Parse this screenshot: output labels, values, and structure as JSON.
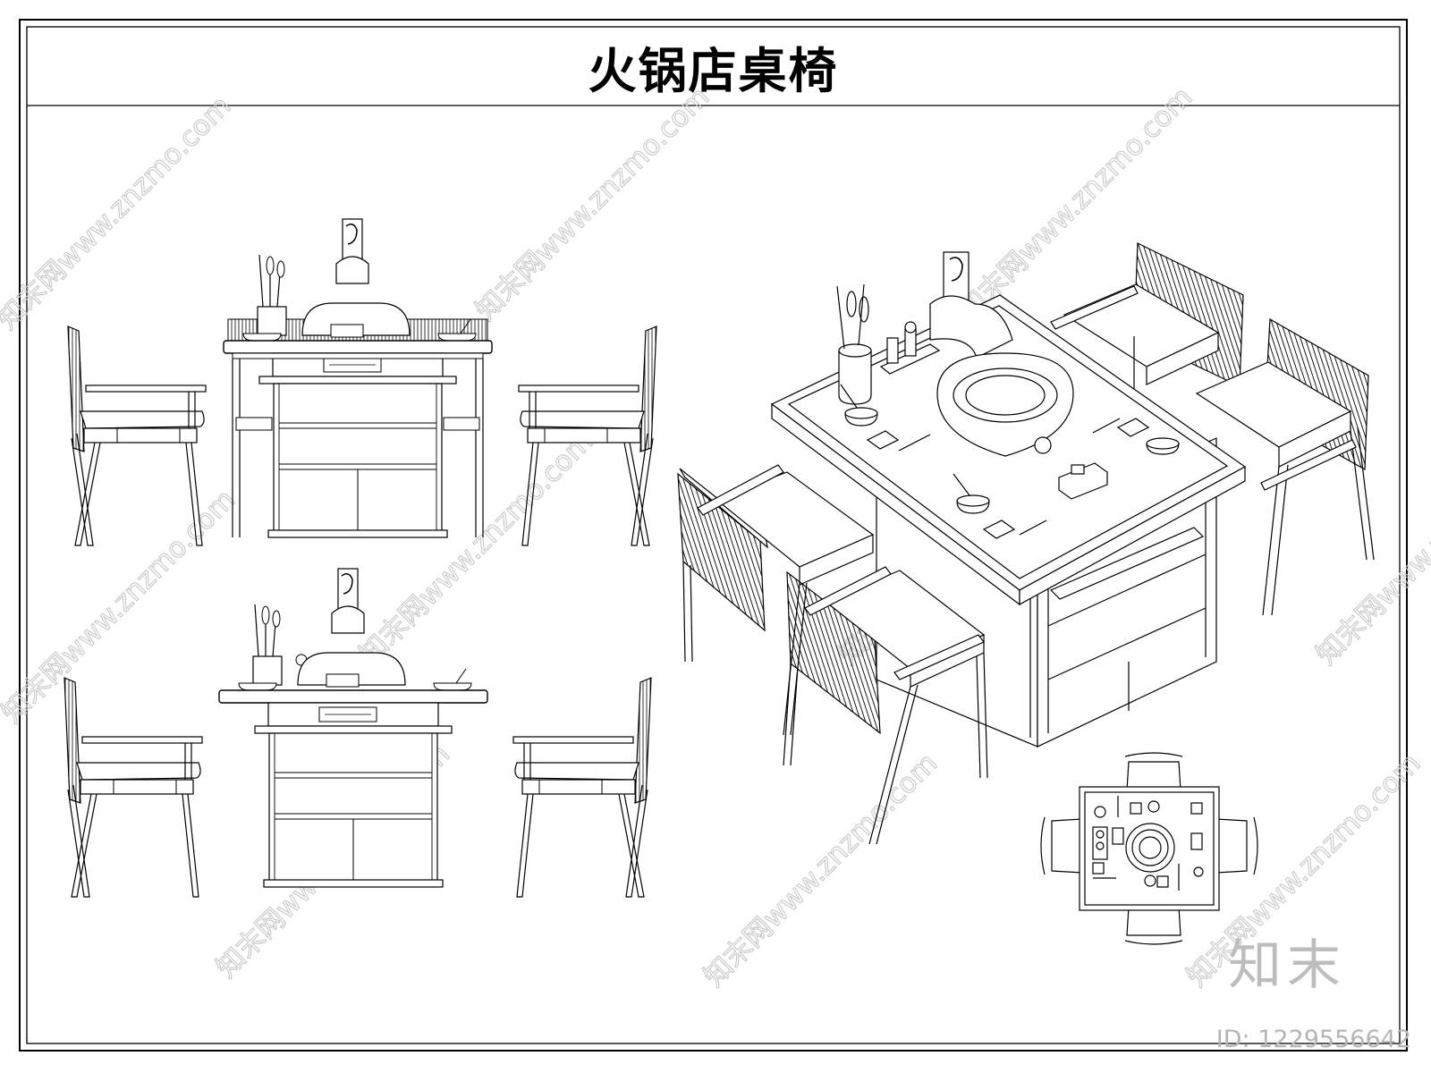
{
  "sheet": {
    "title": "火锅店桌椅",
    "brand_logo_text": "知末",
    "image_id": "ID: 1229556642",
    "watermark_text": "知末网www.znzmo.com",
    "line_color": "#000000",
    "watermark_color": "#c8c8c8"
  },
  "views": [
    {
      "id": "front-elevation",
      "icon": "furniture-elevation-icon"
    },
    {
      "id": "side-elevation",
      "icon": "furniture-elevation-icon"
    },
    {
      "id": "axonometric-view",
      "icon": "furniture-isometric-icon"
    },
    {
      "id": "plan-view",
      "icon": "furniture-plan-icon"
    }
  ]
}
